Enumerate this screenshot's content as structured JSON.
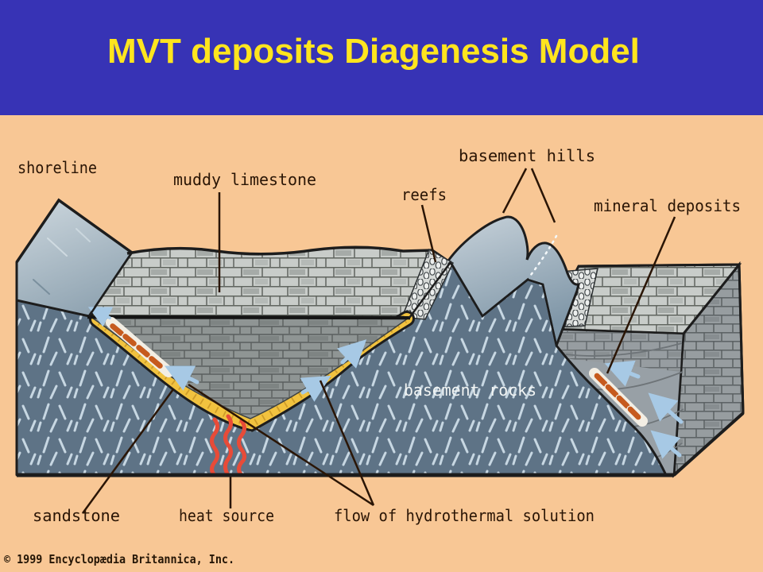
{
  "slide": {
    "title": "MVT deposits Diagenesis Model",
    "credit": "© 1999 Encyclopædia Britannica, Inc."
  },
  "labels": {
    "shoreline": "shoreline",
    "muddy_limestone": "muddy limestone",
    "reefs": "reefs",
    "basement_hills": "basement hills",
    "mineral_deposits": "mineral deposits",
    "basement_rocks": "basement rocks",
    "sandstone": "sandstone",
    "heat_source": "heat source",
    "flow": "flow of hydrothermal solution"
  },
  "colors": {
    "title_text": "#FFE51E",
    "title_band": "#3733B5",
    "background": "#F8C795",
    "basement_rock": "#5E7386",
    "limestone_platform": "#C8CCC9",
    "basin_fill": "#8F9594",
    "sandstone_layer": "#F1C23F",
    "heat_source": "#E84B38",
    "mineral_deposit": "#C65A1E",
    "flow_arrow": "#A7C9E5",
    "label_text": "#2A1505"
  }
}
